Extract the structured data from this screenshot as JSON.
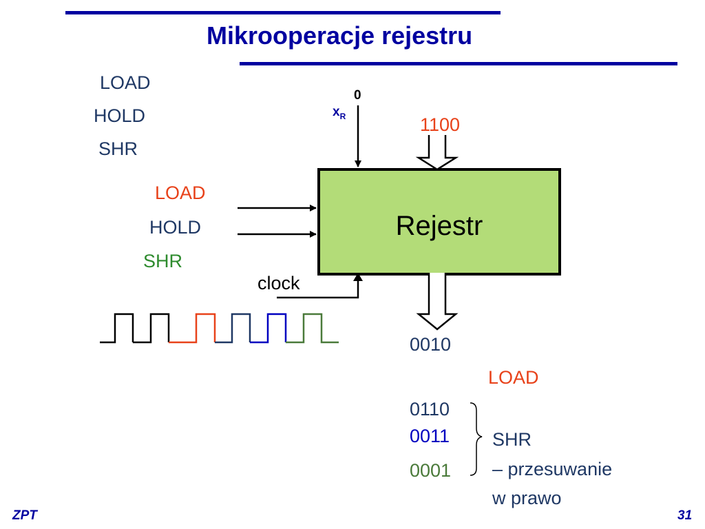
{
  "title": "Mikrooperacje  rejestru",
  "colors": {
    "blue": "#0000a0",
    "dark_blue": "#1f3864",
    "red_orange": "#e8421a",
    "green": "#2e8b2e",
    "olive_green": "#4a7a3a",
    "register_fill": "#b3dc78"
  },
  "ops_list": [
    "LOAD",
    "HOLD",
    "SHR"
  ],
  "inputs": {
    "load": "LOAD",
    "hold": "HOLD",
    "shr": "SHR"
  },
  "serial_input": {
    "value": "0",
    "label": "x",
    "subscript": "R"
  },
  "parallel_input": "1100",
  "register_label": "Rejestr",
  "clock_label": "clock",
  "outputs": {
    "first": "0010",
    "load_label": "LOAD",
    "shifts": [
      "0110",
      "0011",
      "0001"
    ],
    "shr_label": "SHR",
    "shr_desc_1": "– przesuwanie",
    "shr_desc_2": "w prawo"
  },
  "footer": {
    "left": "ZPT",
    "right": "31"
  }
}
